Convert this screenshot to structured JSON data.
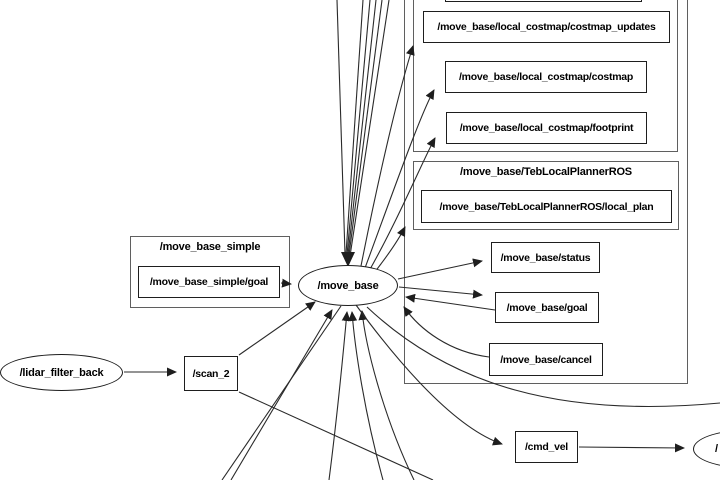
{
  "graph": {
    "clusters": {
      "move_base_simple": {
        "label": "/move_base_simple"
      },
      "teb": {
        "label": "/move_base/TebLocalPlannerROS"
      }
    },
    "nodes": {
      "lidar_filter_back": {
        "label": "/lidar_filter_back"
      },
      "move_base": {
        "label": "/move_base"
      },
      "right_partial": {
        "label": "/"
      }
    },
    "topics": {
      "costmap_updates": {
        "label": "/move_base/local_costmap/costmap_updates"
      },
      "costmap": {
        "label": "/move_base/local_costmap/costmap"
      },
      "footprint": {
        "label": "/move_base/local_costmap/footprint"
      },
      "local_plan": {
        "label": "/move_base/TebLocalPlannerROS/local_plan"
      },
      "status": {
        "label": "/move_base/status"
      },
      "goal": {
        "label": "/move_base/goal"
      },
      "cancel": {
        "label": "/move_base/cancel"
      },
      "move_base_simple_goal": {
        "label": "/move_base_simple/goal"
      },
      "scan_2": {
        "label": "/scan_2"
      },
      "cmd_vel": {
        "label": "/cmd_vel"
      }
    },
    "edges": [
      {
        "from": "/lidar_filter_back",
        "to": "/scan_2"
      },
      {
        "from": "/scan_2",
        "to": "/move_base"
      },
      {
        "from": "/move_base_simple/goal",
        "to": "/move_base"
      },
      {
        "from": "/move_base",
        "to": "/move_base/local_costmap/costmap_updates"
      },
      {
        "from": "/move_base",
        "to": "/move_base/local_costmap/costmap"
      },
      {
        "from": "/move_base",
        "to": "/move_base/local_costmap/footprint"
      },
      {
        "from": "/move_base",
        "to": "/move_base/TebLocalPlannerROS/local_plan"
      },
      {
        "from": "/move_base",
        "to": "/move_base/status"
      },
      {
        "from": "/move_base",
        "to": "/move_base/goal"
      },
      {
        "from": "/move_base/goal",
        "to": "/move_base"
      },
      {
        "from": "/move_base/cancel",
        "to": "/move_base"
      },
      {
        "from": "/move_base",
        "to": "/cmd_vel"
      },
      {
        "from": "/cmd_vel",
        "to": "(off-screen node)"
      },
      {
        "from": "(off-screen topics above)",
        "to": "/move_base"
      },
      {
        "from": "(off-screen topics below)",
        "to": "/move_base"
      }
    ],
    "colors": {
      "background": "#ffffff",
      "edge": "#2a2a2a",
      "box_border": "#1e1e1e",
      "cluster_border": "#5f5f5f",
      "text": "#000000"
    }
  }
}
